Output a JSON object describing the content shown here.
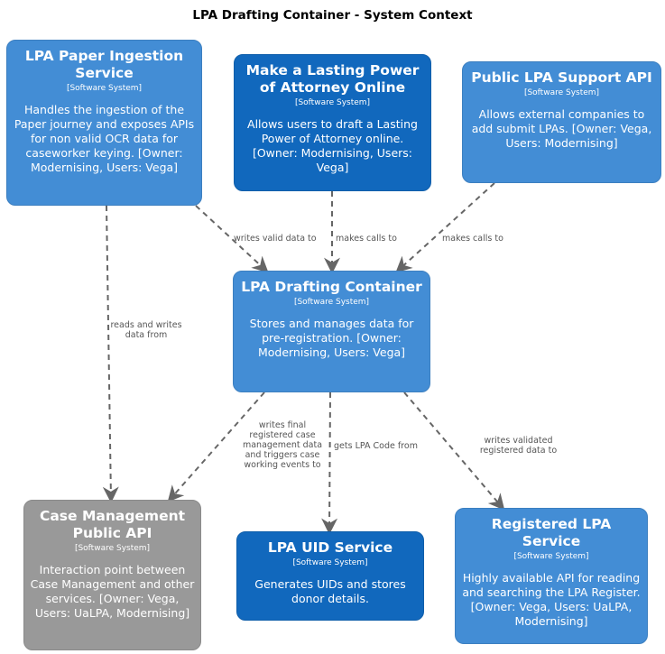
{
  "diagram": {
    "title": "LPA Drafting Container - System Context"
  },
  "colors": {
    "system": "#438dd5",
    "system_dark": "#1168bd",
    "external": "#999999",
    "edge": "#666666"
  },
  "nodes": {
    "ingestion": {
      "name": "LPA Paper Ingestion Service",
      "kind": "[Software System]",
      "desc": "Handles the ingestion of the Paper journey and exposes APIs for non valid OCR data for caseworker keying. [Owner: Modernising, Users: Vega]"
    },
    "make": {
      "name": "Make a Lasting Power of Attorney Online",
      "kind": "[Software System]",
      "desc": "Allows users to draft a Lasting Power of Attorney online. [Owner: Modernising, Users: Vega]"
    },
    "support": {
      "name": "Public LPA Support API",
      "kind": "[Software System]",
      "desc": "Allows external companies to add submit LPAs. [Owner: Vega, Users: Modernising]"
    },
    "drafting": {
      "name": "LPA Drafting Container",
      "kind": "[Software System]",
      "desc": "Stores and manages data for pre-registration. [Owner: Modernising, Users: Vega]"
    },
    "casemgmt": {
      "name": "Case Management Public API",
      "kind": "[Software System]",
      "desc": "Interaction point between Case Management and other services. [Owner: Vega, Users: UaLPA, Modernising]"
    },
    "uid": {
      "name": "LPA UID Service",
      "kind": "[Software System]",
      "desc": "Generates UIDs and stores donor details."
    },
    "register": {
      "name": "Registered LPA Service",
      "kind": "[Software System]",
      "desc": "Highly available API for reading and searching the LPA Register. [Owner: Vega, Users: UaLPA, Modernising]"
    }
  },
  "edges": {
    "e1": "writes valid data to",
    "e2": "makes calls to",
    "e3": "makes calls to",
    "e4": "reads and writes data from",
    "e5": "writes final registered case management data and triggers case working events to",
    "e6": "gets LPA Code from",
    "e7": "writes validated registered data to"
  }
}
